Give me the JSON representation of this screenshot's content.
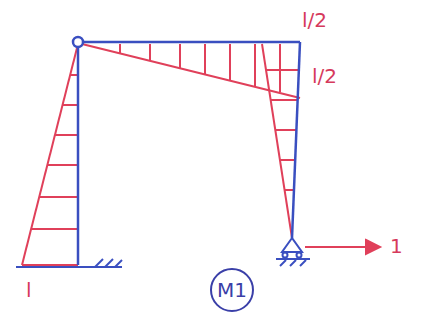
{
  "diagram": {
    "nodes": [
      {
        "text": [
          "M1"
        ]
      }
    ],
    "labels": [
      "l/2",
      "l/2",
      "1",
      "l"
    ]
  }
}
